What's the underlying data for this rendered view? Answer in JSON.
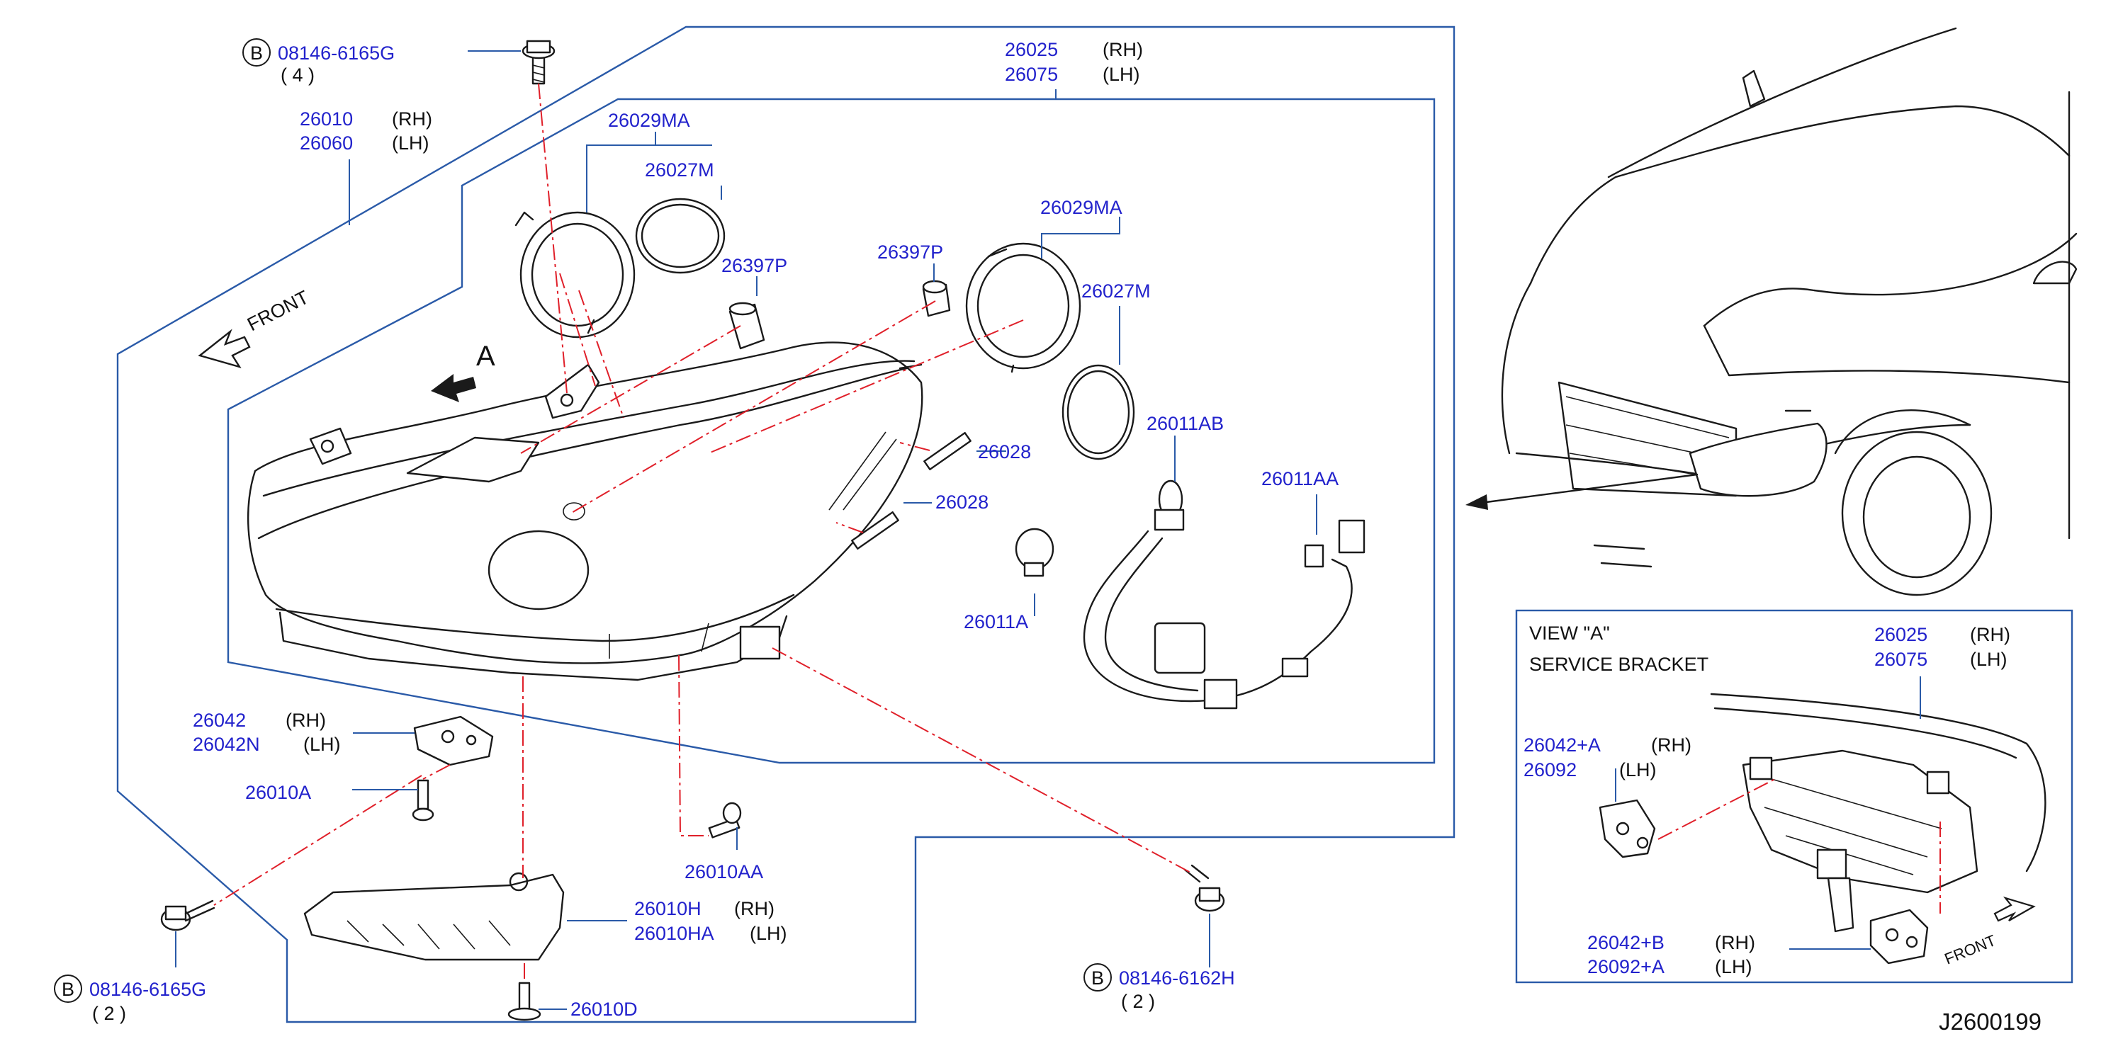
{
  "diagram_code": "J2600199",
  "labels": {
    "bolt_b_top": {
      "marker": "B",
      "part": "08146-6165G",
      "qty": "( 4 )"
    },
    "headlamp_rh": {
      "part": "26010",
      "side": "(RH)"
    },
    "headlamp_lh": {
      "part": "26060",
      "side": "(LH)"
    },
    "housing_rh": {
      "part": "26025",
      "side": "(RH)"
    },
    "housing_lh": {
      "part": "26075",
      "side": "(LH)"
    },
    "cap_1": "26029MA",
    "seal_1": "26027M",
    "grommet_1": "26397P",
    "grommet_2": "26397P",
    "cap_2": "26029MA",
    "seal_2": "26027M",
    "strip_1": "26028",
    "strip_2": "26028",
    "socket_ab": "26011AB",
    "socket_aa": "26011AA",
    "bulb_a": "26011A",
    "bracket_rh": {
      "part": "26042",
      "side": "(RH)"
    },
    "bracket_lh": {
      "part": "26042N",
      "side": "(LH)"
    },
    "screw_a": "26010A",
    "screw_aa": "26010AA",
    "bolt_b_left": {
      "marker": "B",
      "part": "08146-6165G",
      "qty": "( 2 )"
    },
    "drl_rh": {
      "part": "26010H",
      "side": "(RH)"
    },
    "drl_lh": {
      "part": "26010HA",
      "side": "(LH)"
    },
    "screw_d": "26010D",
    "bolt_b_right": {
      "marker": "B",
      "part": "08146-6162H",
      "qty": "( 2 )"
    },
    "front_main": "FRONT",
    "view_marker": "A"
  },
  "inset": {
    "title": "VIEW \"A\"",
    "subtitle": "SERVICE BRACKET",
    "housing_rh": {
      "part": "26025",
      "side": "(RH)"
    },
    "housing_lh": {
      "part": "26075",
      "side": "(LH)"
    },
    "bracket_a_rh": {
      "part": "26042+A",
      "side": "(RH)"
    },
    "bracket_a_lh": {
      "part": "26092",
      "side": "(LH)"
    },
    "bracket_b_rh": {
      "part": "26042+B",
      "side": "(RH)"
    },
    "bracket_b_lh": {
      "part": "26092+A",
      "side": "(LH)"
    },
    "front": "FRONT"
  },
  "colors": {
    "part_number": "#2222cc",
    "leader": "#2a5aa8",
    "assembly_line": "#e0202a",
    "linework": "#1a1a1a"
  }
}
